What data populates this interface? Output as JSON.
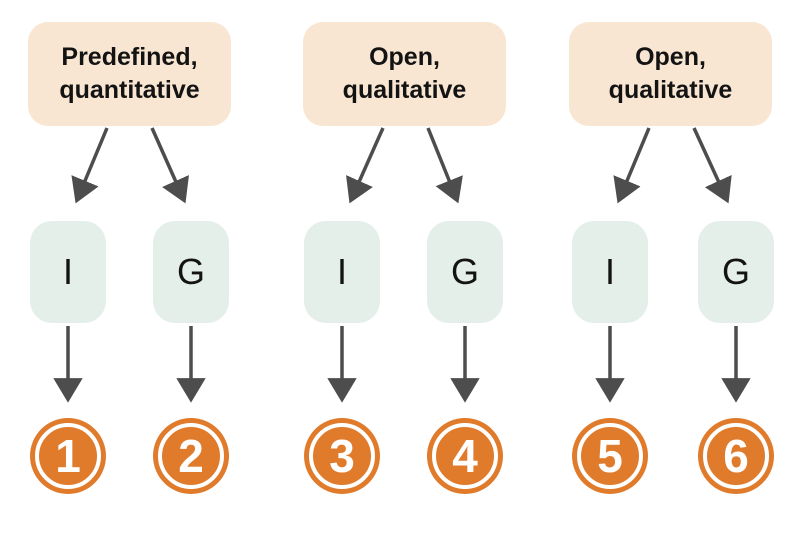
{
  "colors": {
    "header_box_bg": "#F9E6D2",
    "node_box_bg": "#E4EFEA",
    "circle_bg": "#E07B2C",
    "circle_ring": "#FFFFFF",
    "arrow": "#4D4D4D",
    "text": "#131313",
    "circle_text": "#FFFFFF"
  },
  "groups": [
    {
      "header": "Predefined,\nquantitative",
      "nodes": [
        {
          "label": "I",
          "result": "1"
        },
        {
          "label": "G",
          "result": "2"
        }
      ]
    },
    {
      "header": "Open,\nqualitative",
      "nodes": [
        {
          "label": "I",
          "result": "3"
        },
        {
          "label": "G",
          "result": "4"
        }
      ]
    },
    {
      "header": "Open,\nqualitative",
      "nodes": [
        {
          "label": "I",
          "result": "5"
        },
        {
          "label": "G",
          "result": "6"
        }
      ]
    }
  ]
}
